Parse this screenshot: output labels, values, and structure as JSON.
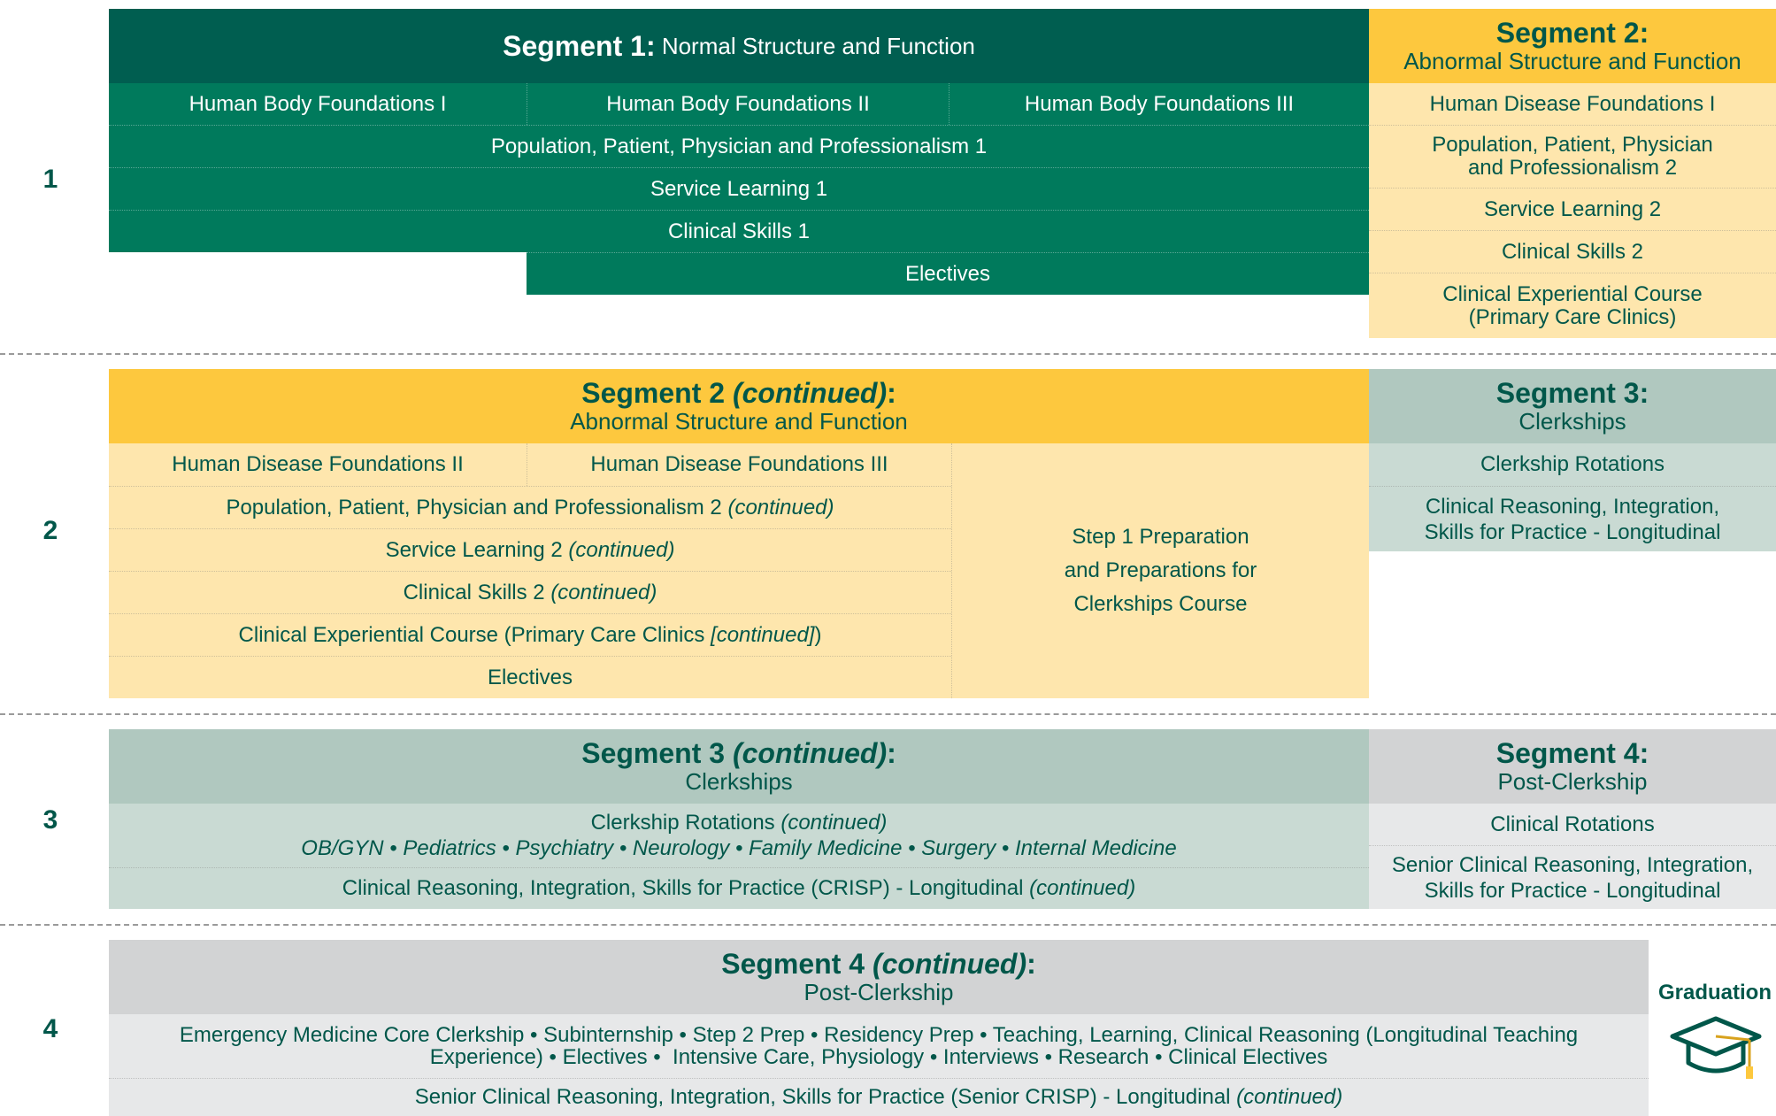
{
  "years": [
    "1",
    "2",
    "3",
    "4"
  ],
  "row1": {
    "seg1_bold": "Segment 1:",
    "seg1_rest": " Normal Structure and Function",
    "hbf1": "Human Body Foundations I",
    "hbf2": "Human Body Foundations II",
    "hbf3": "Human Body Foundations III",
    "pppp1": "Population, Patient, Physician and Professionalism 1",
    "sl1": "Service Learning 1",
    "cs1": "Clinical Skills 1",
    "electives": "Electives",
    "seg2_title": "Segment 2:",
    "seg2_sub": "Abnormal Structure and Function",
    "hdf1": "Human Disease Foundations I",
    "pppp2_a": "Population, Patient, Physician",
    "pppp2_b": "and Professionalism 2",
    "sl2": "Service Learning 2",
    "cs2": "Clinical Skills 2",
    "cec_a": "Clinical Experiential Course",
    "cec_b": "(Primary Care Clinics)"
  },
  "row2": {
    "seg2c_a": "Segment 2 ",
    "seg2c_b": "(continued)",
    "seg2c_c": ":",
    "seg2c_sub": "Abnormal Structure and Function",
    "hdf2": "Human Disease Foundations II",
    "hdf3": "Human Disease Foundations III",
    "pppp2c_a": "Population, Patient, Physician and Professionalism 2 ",
    "pppp2c_b": "(continued)",
    "sl2c_a": "Service Learning 2 ",
    "sl2c_b": "(continued)",
    "cs2c_a": "Clinical Skills 2 ",
    "cs2c_b": "(continued)",
    "cecc_a": "Clinical Experiential Course (Primary Care Clinics ",
    "cecc_b": "[continued]",
    "cecc_c": ")",
    "electives": "Electives",
    "step1_a": "Step 1 Preparation",
    "step1_b": "and Preparations for",
    "step1_c": "Clerkships Course",
    "seg3_title": "Segment 3:",
    "seg3_sub": "Clerkships",
    "clerk_rot": "Clerkship Rotations",
    "crisp_a": "Clinical Reasoning, Integration,",
    "crisp_b": "Skills for Practice - Longitudinal"
  },
  "row3": {
    "seg3c_a": "Segment 3 ",
    "seg3c_b": "(continued)",
    "seg3c_c": ":",
    "seg3c_sub": "Clerkships",
    "rot_a": "Clerkship Rotations ",
    "rot_b": "(continued)",
    "rot_list": "OB/GYN • Pediatrics • Psychiatry • Neurology • Family Medicine • Surgery • Internal Medicine",
    "crispc_a": "Clinical Reasoning, Integration, Skills for Practice (CRISP) - Longitudinal ",
    "crispc_b": "(continued)",
    "seg4_title": "Segment 4:",
    "seg4_sub": "Post-Clerkship",
    "clin_rot": "Clinical Rotations",
    "scrisp_a": "Senior Clinical Reasoning, Integration,",
    "scrisp_b": "Skills for Practice - Longitudinal"
  },
  "row4": {
    "seg4c_a": "Segment 4 ",
    "seg4c_b": "(continued)",
    "seg4c_c": ":",
    "seg4c_sub": "Post-Clerkship",
    "list_a": "Emergency Medicine Core Clerkship • Subinternship • Step 2 Prep • Residency Prep • Teaching, Learning, Clinical Reasoning (Longitudinal Teaching",
    "list_b": "Experience) • Electives •  Intensive Care, Physiology • Interviews • Research • Clinical Electives",
    "scrispc_a": "Senior Clinical Reasoning, Integration, Skills for Practice (Senior CRISP) - Longitudinal ",
    "scrispc_b": "(continued)",
    "graduation": "Graduation"
  },
  "icons": {
    "graduation": "graduation-cap-icon"
  },
  "colors": {
    "dark_green": "#005e50",
    "green": "#007a5c",
    "gold": "#fdc83e",
    "cream": "#fee6ad",
    "sage": "#b0c8bf",
    "sage_light": "#c9dad3",
    "grey": "#d2d3d4",
    "grey_light": "#e7e8e9",
    "text_green": "#01574a"
  }
}
